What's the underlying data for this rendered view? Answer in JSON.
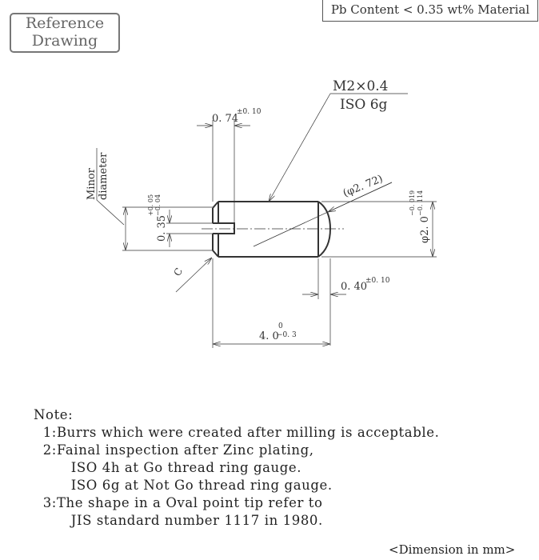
{
  "stamp": {
    "line1": "Reference",
    "line2": "Drawing"
  },
  "material": "Pb Content < 0.35 wt% Material",
  "drawing": {
    "thread": "M2×0.4",
    "thread_class": "ISO 6g",
    "slot_width": "0. 74",
    "slot_width_tol": "±0. 10",
    "minor_label1": "Minor",
    "minor_label2": "diameter",
    "slot_depth": "0. 35",
    "slot_depth_tol_upper": "+0. 05",
    "slot_depth_tol_lower": "−0. 04",
    "tip_diameter": "(φ2. 72)",
    "outer_diameter": "φ2. 0",
    "outer_tol_upper": "−0. 019",
    "outer_tol_lower": "−0. 114",
    "chamfer": "C",
    "tip_length": "0. 40",
    "tip_length_tol": "±0. 10",
    "length": "4. 0",
    "length_tol_upper": "0",
    "length_tol_lower": "−0. 3"
  },
  "notes": {
    "title": "Note:",
    "lines": [
      "  1:Burrs which were created after milling is acceptable.",
      "  2:Fainal inspection after Zinc plating,",
      "        ISO 4h at Go thread ring gauge.",
      "        ISO 6g at Not Go thread ring gauge.",
      "  3:The shape in a Oval point tip refer to",
      "        JIS standard number 1117 in 1980."
    ]
  },
  "dimension_unit": "<Dimension in mm>"
}
